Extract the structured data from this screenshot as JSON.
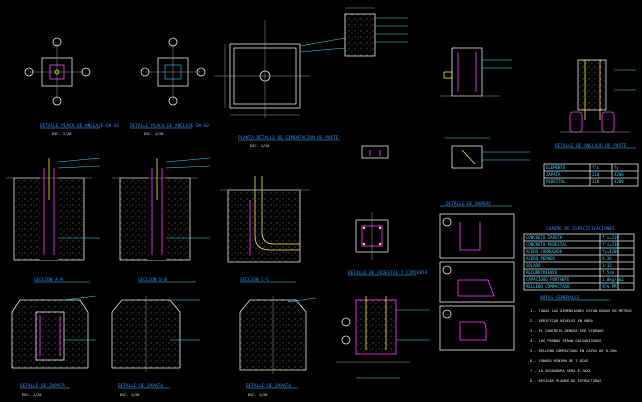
{
  "drawing": {
    "background": "#000000",
    "colors": {
      "white": "#e8e8e8",
      "cyan": "#2fd8ff",
      "magenta": "#ff40ff",
      "yellow": "#ffe640",
      "blue": "#2f6bff"
    },
    "titles": {
      "plan1": "DETALLE PLACA DE ANCLAJE DA-01",
      "plan2": "DETALLE PLACA DE ANCLAJE DA-02",
      "plan3": "PLANTA DETALLE DE CIMENTACION DE POSTE",
      "elev_right": "DETALLE DE ANCLAJE DE POSTE",
      "sec1": "SECCION A-A",
      "sec2": "SECCION B-B",
      "sec3": "SECCION C-C",
      "pedestal": "DETALLE DE PEDESTAL Y CIMIENTO",
      "bars": "DETALLE DE BARRAS",
      "foot1": "DETALLE DE ZAPATA",
      "foot2": "DETALLE DE ZAPATA",
      "foot3": "DETALLE DE ZAPATA",
      "notes": "NOTAS GENERALES"
    },
    "scale": "ESC. 1/20",
    "tables": {
      "small": {
        "header": [
          "ELEMENTO",
          "f'c",
          "fy"
        ],
        "rows": [
          [
            "ZAPATA",
            "210",
            "4200"
          ],
          [
            "PEDESTAL",
            "210",
            "4200"
          ]
        ]
      },
      "big": {
        "title": "CUADRO DE ESPECIFICACIONES",
        "rows": [
          [
            "CONCRETO ZAPATA",
            "f'c=210"
          ],
          [
            "CONCRETO PEDESTAL",
            "f'c=210"
          ],
          [
            "ACERO CORRUGADO",
            "fy=4200"
          ],
          [
            "ACERO PERNOS",
            "A-36"
          ],
          [
            "SOLADO",
            "1:12"
          ],
          [
            "RECUBRIMIENTO",
            "7.5cm"
          ],
          [
            "CAPACIDAD PORTANTE",
            "1.0kg/cm2"
          ],
          [
            "RELLENO COMPACTADO",
            "95% PM"
          ]
        ]
      }
    },
    "notes": [
      "1.- TODAS LAS DIMENSIONES ESTAN DADAS EN METROS",
      "2.- VERIFICAR NIVELES EN OBRA",
      "3.- EL CONCRETO DEBERA SER VIBRADO",
      "4.- LOS PERNOS SERAN GALVANIZADOS",
      "5.- RELLENO COMPACTADO EN CAPAS DE 0.20m",
      "6.- CURADO MINIMO DE 7 DIAS",
      "7.- LA SOLDADURA SERA E-70XX",
      "8.- REVISAR PLANOS DE ESTRUCTURAS"
    ]
  }
}
